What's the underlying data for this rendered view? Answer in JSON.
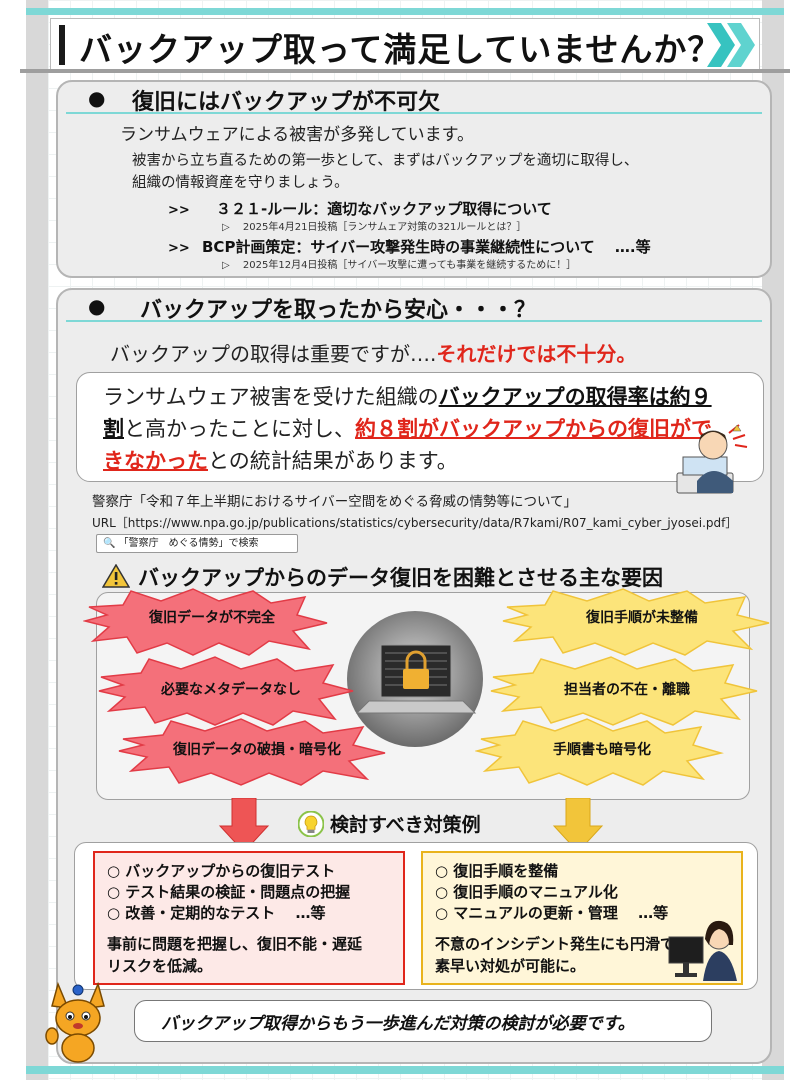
{
  "title": "バックアップ取って満足していませんか？",
  "section1": {
    "heading": "復旧にはバックアップが不可欠",
    "lead": "ランサムウェアによる被害が多発しています。",
    "body_lines": [
      "被害から立ち直るための第一歩として、まずはバックアップを適切に取得し、",
      "組織の情報資産を守りましょう。"
    ],
    "links": [
      {
        "marker": ">>",
        "text": "３２１-ルール：適切なバックアップ取得について",
        "sub_marker": "▷",
        "sub": "2025年4月21日投稿［ランサムェア対策の321ルールとは？］"
      },
      {
        "marker": ">>",
        "text": "BCP計画策定：サイバー攻撃発生時の事業継続性について　 ….等",
        "sub_marker": "▷",
        "sub": "2025年12月4日投稿［サイバー攻撃に遭っても事業を継続するために！］"
      }
    ]
  },
  "section2": {
    "heading": "バックアップを取ったから安心・・・？",
    "lead_normal": "バックアップの取得は重要ですが….",
    "lead_red": "それだけでは不十分。",
    "stat": {
      "part1": "ランサムウェア被害を受けた組織の",
      "bold1": "バックアップの取得率は約９割",
      "part2": "と高かったことに対し、",
      "red1": "約８割がバックアップからの復旧ができなかった",
      "part3": "との統計結果があります。"
    },
    "source": "警察庁「令和７年上半期におけるサイバー空間をめぐる脅威の情勢等について」",
    "url": "URL［https://www.npa.go.jp/publications/statistics/cybersecurity/data/R7kami/R07_kami_cyber_jyosei.pdf］",
    "search_chip": "「警察庁　めぐる情勢」で検索",
    "factors_heading": "バックアップからのデータ復旧を困難とさせる主な要因",
    "factors_left": [
      "復旧データが不完全",
      "必要なメタデータなし",
      "復旧データの破損・暗号化"
    ],
    "factors_right": [
      "復旧手順が未整備",
      "担当者の不在・離職",
      "手順書も暗号化"
    ],
    "measures_heading": "検討すべき対策例",
    "measures_left": {
      "items": [
        "○ バックアップからの復旧テスト",
        "○ テスト結果の検証・問題点の把握",
        "○ 改善・定期的なテスト　 …等"
      ],
      "note": [
        "事前に問題を把握し、復旧不能・遅延",
        "リスクを低減。"
      ]
    },
    "measures_right": {
      "items": [
        "○ 復旧手順を整備",
        "○ 復旧手順のマニュアル化",
        "○ マニュアルの更新・管理　 …等"
      ],
      "note": [
        "不意のインシデント発生にも円滑で",
        "素早い対処が可能に。"
      ]
    },
    "conclusion": "バックアップ取得からもう一歩進んだ対策の検討が必要です。"
  },
  "colors": {
    "accent_teal": "#7ed8d6",
    "red": "#e0261b",
    "yellow": "#f2c53a",
    "burst_red": "#f4707a",
    "burst_yellow": "#fce47a"
  }
}
